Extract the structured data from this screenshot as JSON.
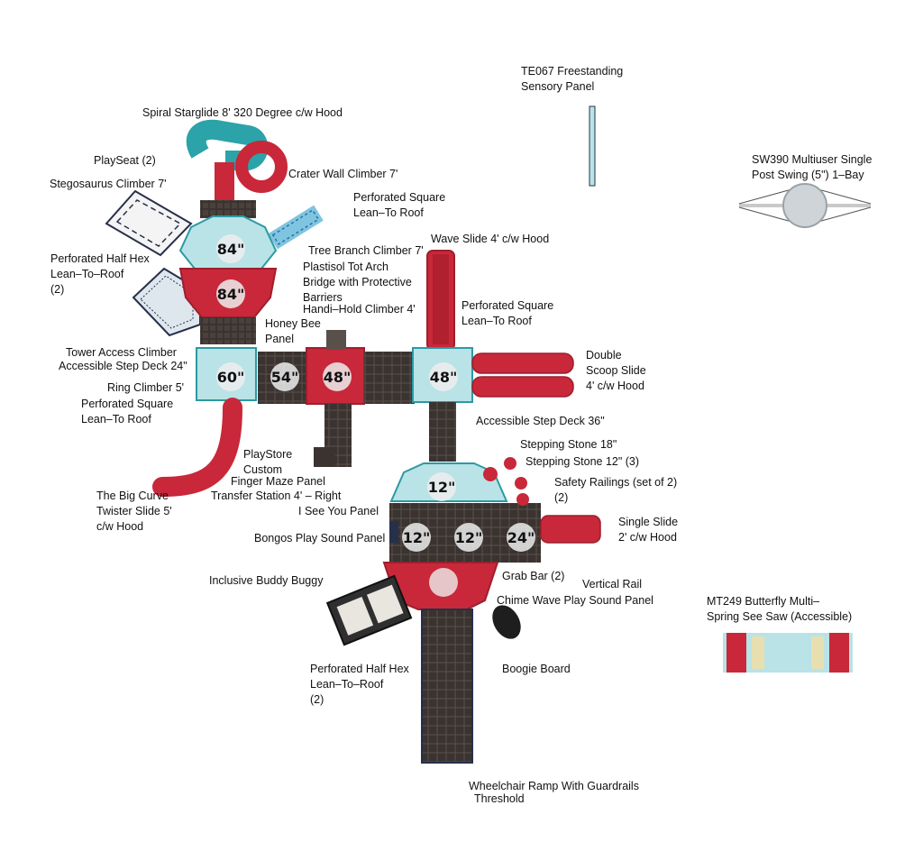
{
  "colors": {
    "red": "#c8283a",
    "red_dark": "#9e1f2d",
    "teal": "#b9e3e6",
    "teal_dark": "#2c9aa3",
    "deck": "#3a3330",
    "deck_light": "#5a504b",
    "navy": "#27304a",
    "circle": "#ededed"
  },
  "labels": {
    "spiral_starglide": "Spiral Starglide 8' 320 Degree c/w Hood",
    "playseat": "PlaySeat (2)",
    "crater_wall": "Crater Wall Climber 7'",
    "stegosaurus": "Stegosaurus Climber 7'",
    "perf_sq_roof_1": "Perforated Square\nLean–To Roof",
    "tree_branch": "Tree Branch Climber 7'",
    "wave_slide": "Wave Slide 4' c/w Hood",
    "perf_half_hex_1": "Perforated Half Hex\nLean–To–Roof\n(2)",
    "tot_arch": "Plastisol Tot Arch\nBridge with Protective\nBarriers",
    "handi_hold": "Handi–Hold Climber 4'",
    "perf_sq_roof_2": "Perforated Square\nLean–To Roof",
    "honey_bee": "Honey Bee\nPanel",
    "tower_access": "Tower Access Climber",
    "step_deck_24": "Accessible Step Deck 24\"",
    "double_scoop": "Double\nScoop Slide\n4' c/w Hood",
    "ring_climber": "Ring Climber 5'",
    "perf_sq_roof_3": "Perforated Square\nLean–To Roof",
    "step_deck_36": "Accessible Step Deck 36\"",
    "stepping_18": "Stepping Stone 18\"",
    "stepping_12": "Stepping Stone 12\" (3)",
    "playstore": "PlayStore\nCustom",
    "finger_maze": "Finger Maze Panel",
    "safety_railings": "Safety Railings (set of 2)\n(2)",
    "big_curve": "The Big Curve\nTwister Slide 5'\nc/w Hood",
    "transfer_station": "Transfer Station 4' – Right",
    "i_see_you": "I See You Panel",
    "single_slide": "Single Slide\n2' c/w Hood",
    "bongos": "Bongos Play Sound Panel",
    "grab_bar": "Grab Bar (2)",
    "vertical_rail": "Vertical Rail",
    "buddy_buggy": "Inclusive Buddy Buggy",
    "chime_wave": "Chime Wave Play Sound Panel",
    "perf_half_hex_2": "Perforated Half Hex\nLean–To–Roof\n(2)",
    "boogie_board": "Boogie Board",
    "wheelchair_ramp": "Wheelchair Ramp With Guardrails",
    "threshold": "Threshold",
    "te067": "TE067 Freestanding\nSensory Panel",
    "sw390": "SW390 Multiuser Single\nPost Swing (5\") 1–Bay",
    "mt249": "MT249 Butterfly Multi–\nSpring See Saw (Accessible)"
  },
  "deck_heights": {
    "d84_top": "84\"",
    "d84_bottom": "84\"",
    "d60": "60\"",
    "d54": "54\"",
    "d48_red": "48\"",
    "d48_teal": "48\"",
    "d12_hex": "12\"",
    "d12_left": "12\"",
    "d12_mid": "12\"",
    "d24": "24\""
  }
}
